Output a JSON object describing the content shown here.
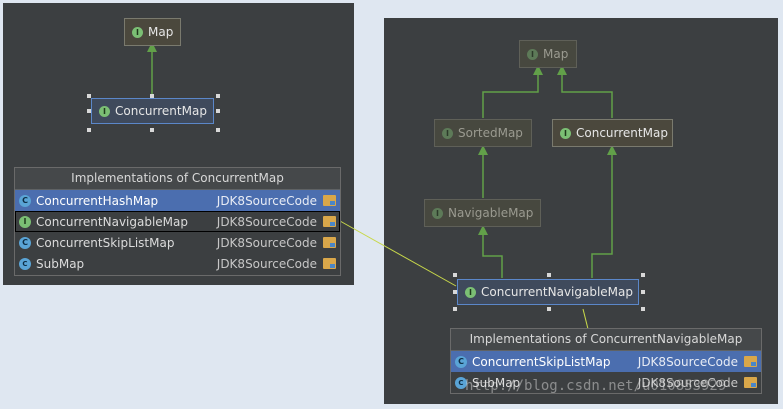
{
  "left": {
    "nodes": {
      "map": "Map",
      "concurrent_map": "ConcurrentMap"
    },
    "popup": {
      "title": "Implementations of ConcurrentMap",
      "rows": [
        {
          "icon": "C",
          "name": "ConcurrentHashMap",
          "source": "JDK8SourceCode"
        },
        {
          "icon": "I",
          "name": "ConcurrentNavigableMap",
          "source": "JDK8SourceCode"
        },
        {
          "icon": "C",
          "name": "ConcurrentSkipListMap",
          "source": "JDK8SourceCode"
        },
        {
          "icon": "C",
          "name": "SubMap",
          "source": "JDK8SourceCode"
        }
      ]
    }
  },
  "right": {
    "nodes": {
      "map": "Map",
      "sorted_map": "SortedMap",
      "concurrent_map": "ConcurrentMap",
      "navigable_map": "NavigableMap",
      "concurrent_navigable_map": "ConcurrentNavigableMap"
    },
    "popup": {
      "title": "Implementations of ConcurrentNavigableMap",
      "rows": [
        {
          "icon": "C",
          "name": "ConcurrentSkipListMap",
          "source": "JDK8SourceCode"
        },
        {
          "icon": "C",
          "name": "SubMap",
          "source": "JDK8SourceCode"
        }
      ]
    }
  },
  "watermark": "http://blog.csdn.net/u010853929",
  "colors": {
    "canvas": "#3c3f41",
    "edge": "#62a049",
    "link": "#c8d84a",
    "selection": "#4b6eaf"
  }
}
